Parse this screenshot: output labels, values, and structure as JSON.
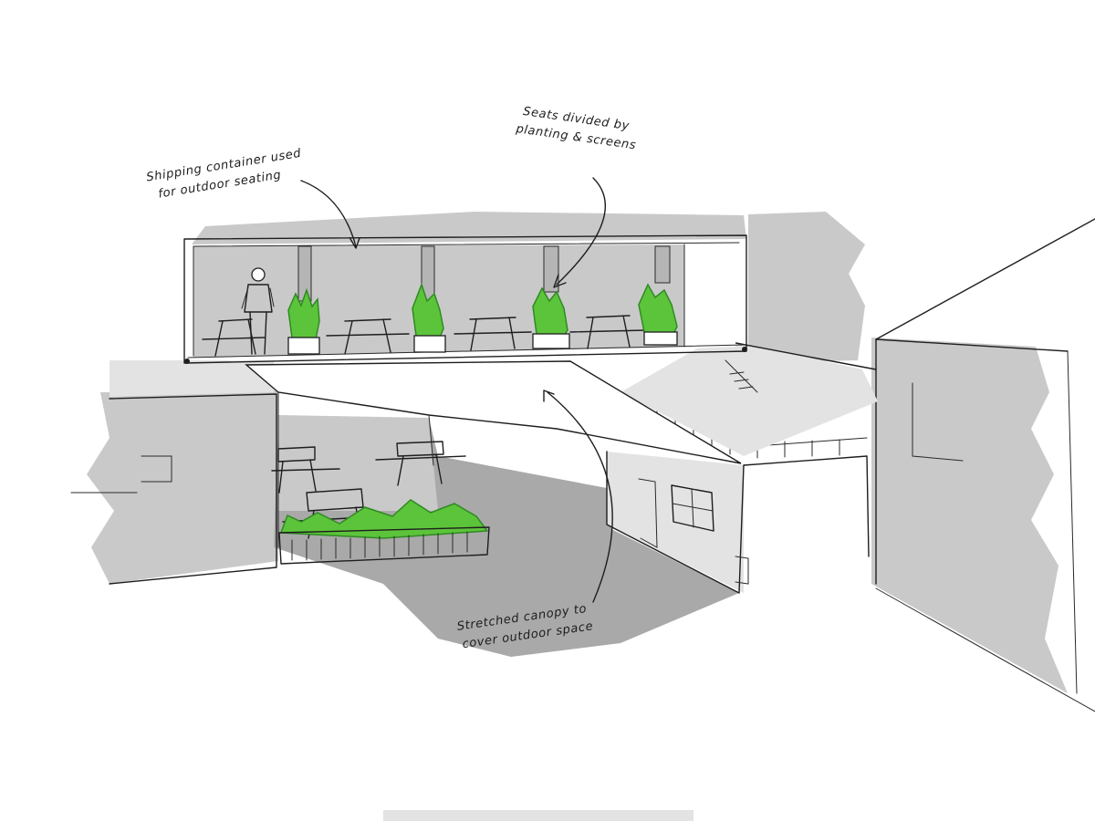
{
  "annotations": {
    "container": [
      "Shipping container used",
      "for outdoor seating"
    ],
    "seats": [
      "Seats divided by",
      "planting & screens"
    ],
    "canopy": [
      "Stretched canopy to",
      "cover outdoor space"
    ]
  },
  "colors": {
    "ink": "#1e1e1e",
    "grey_wash": "#c9c9c9",
    "dark_wash": "#a9a9a9",
    "planting": "#5cc43a",
    "planting_dark": "#2f8a22"
  },
  "icons": [
    "planter-icon",
    "picnic-bench-icon",
    "person-figure-icon",
    "annotation-arrow-icon"
  ]
}
